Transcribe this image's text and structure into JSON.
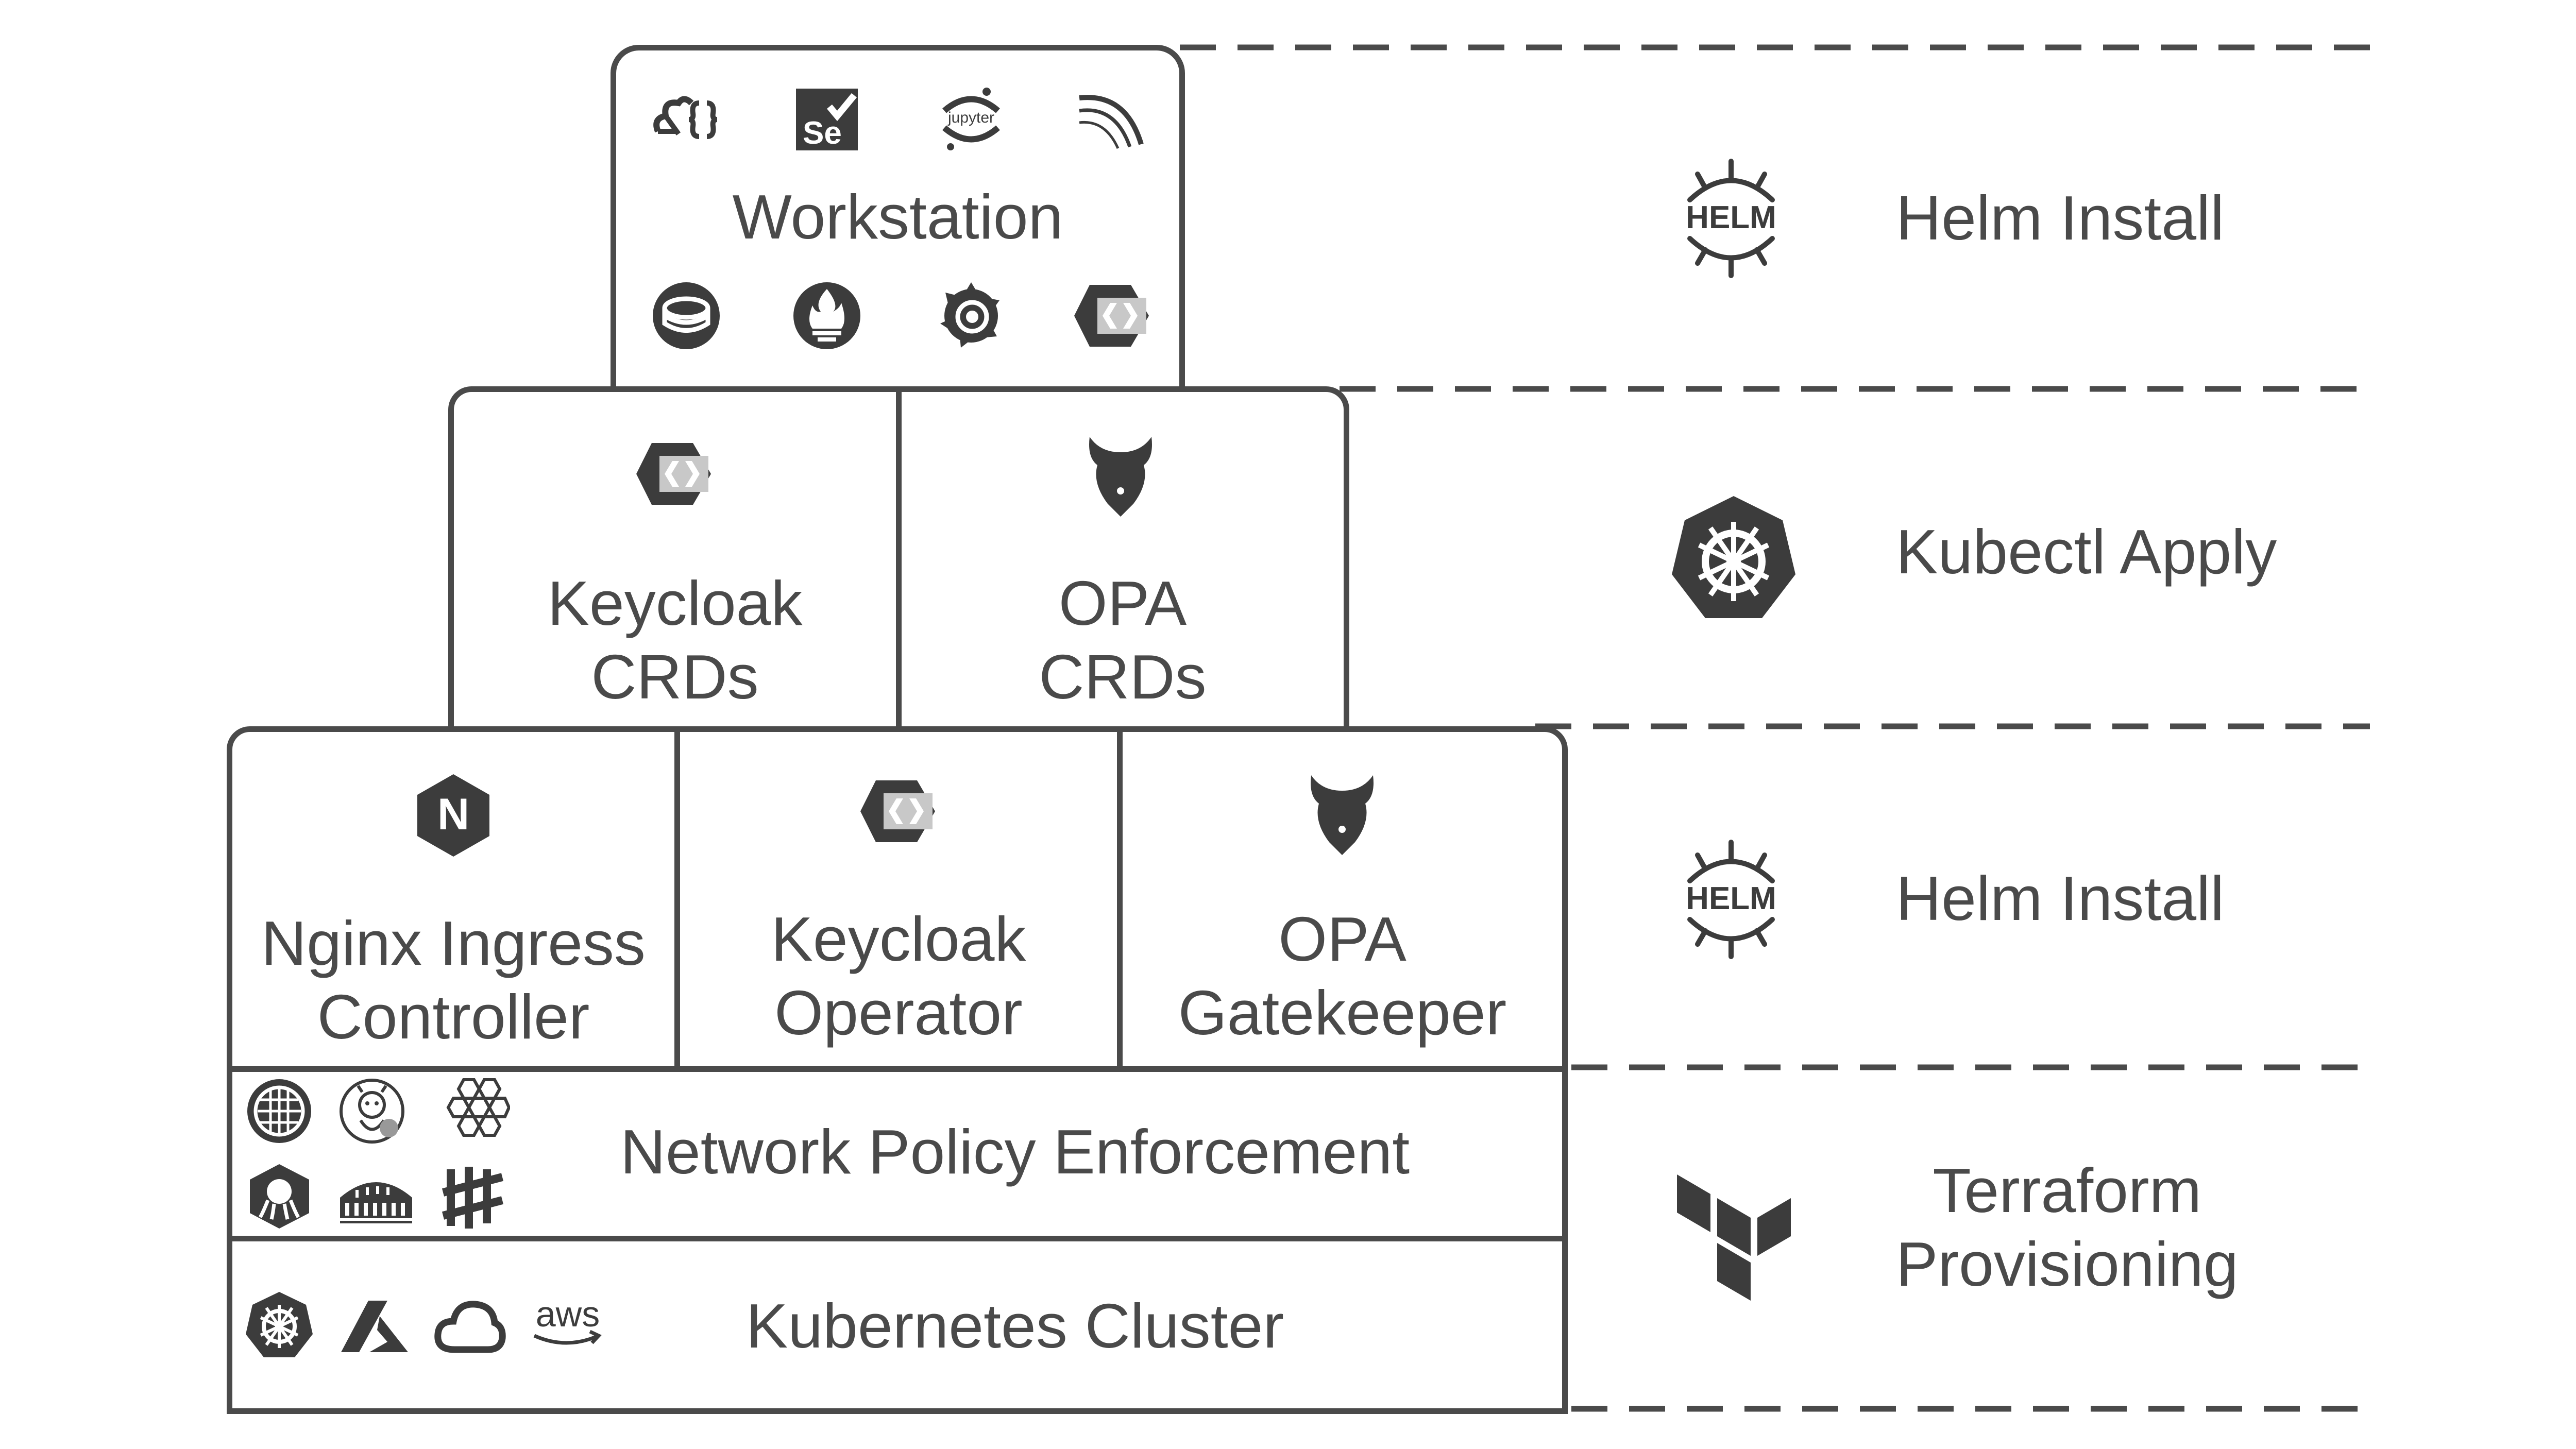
{
  "layers": {
    "workstation": {
      "title": "Workstation",
      "icons": [
        "jsonnet-icon",
        "selenium-icon",
        "jupyter-icon",
        "web-icon",
        "database-icon",
        "prometheus-icon",
        "grafana-icon",
        "keycloak-icon"
      ],
      "selenium_text": "Se",
      "jupyter_text": "jupyter"
    },
    "keycloak_crds": {
      "line1": "Keycloak",
      "line2": "CRDs"
    },
    "opa_crds": {
      "line1": "OPA",
      "line2": "CRDs"
    },
    "nginx": {
      "line1": "Nginx Ingress",
      "line2": "Controller",
      "icon_text": "N"
    },
    "keycloak_operator": {
      "line1": "Keycloak",
      "line2": "Operator"
    },
    "opa_gatekeeper": {
      "line1": "OPA",
      "line2": "Gatekeeper"
    },
    "network_policy": {
      "title": "Network Policy Enforcement",
      "icons": [
        "calico-icon",
        "kube-router-icon",
        "cilium-icon",
        "weave-icon",
        "romana-icon",
        "antrea-icon"
      ]
    },
    "kubernetes_cluster": {
      "title": "Kubernetes Cluster",
      "icons": [
        "kubernetes-icon",
        "azure-icon",
        "google-cloud-icon",
        "aws-icon"
      ],
      "aws_text": "aws"
    }
  },
  "stages": [
    {
      "tool": "helm",
      "icon_text": "HELM",
      "label": "Helm Install"
    },
    {
      "tool": "kubectl",
      "label": "Kubectl Apply"
    },
    {
      "tool": "helm",
      "icon_text": "HELM",
      "label": "Helm Install"
    },
    {
      "tool": "terraform",
      "label_line1": "Terraform",
      "label_line2": "Provisioning"
    }
  ],
  "colors": {
    "stroke": "#4a4a4a",
    "icon": "#3c3c3c",
    "icon_light": "#c8c8c8",
    "background": "#ffffff"
  }
}
